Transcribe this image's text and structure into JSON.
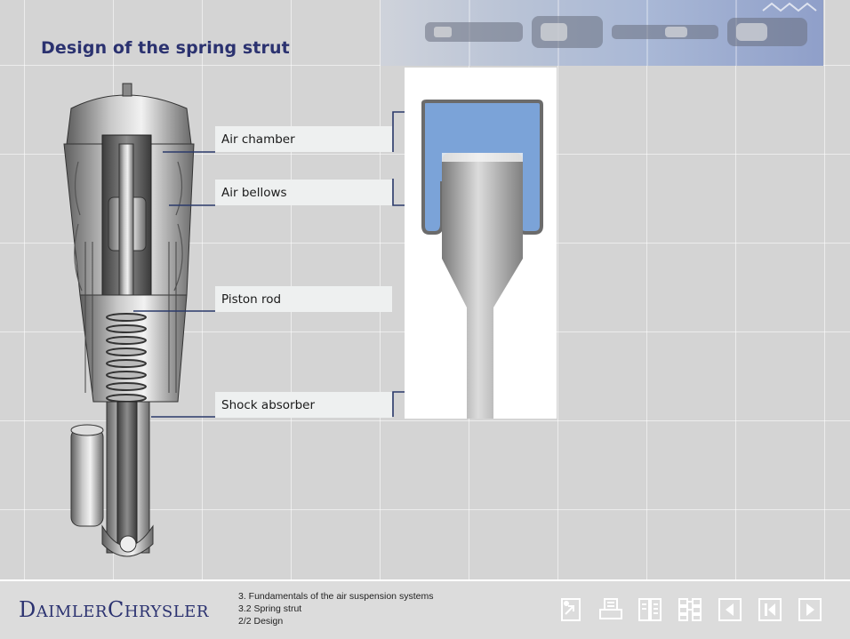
{
  "page": {
    "title": "Design of the spring strut"
  },
  "callouts": {
    "air_chamber": "Air chamber",
    "air_bellows": "Air bellows",
    "piston_rod": "Piston rod",
    "shock_absorber": "Shock absorber"
  },
  "footer": {
    "logo_big1": "D",
    "logo_small1": "AIMLER",
    "logo_big2": "C",
    "logo_small2": "HRYSLER",
    "breadcrumb": [
      "3. Fundamentals of the air suspension systems",
      "3.2 Spring strut",
      "2/2 Design"
    ]
  },
  "nav_buttons": [
    "exit-icon",
    "print-icon",
    "glossary-icon",
    "contents-icon",
    "previous-icon",
    "first-page-icon",
    "next-icon"
  ],
  "colors": {
    "title": "#2b3270",
    "air": "#7ba3d8",
    "connector": "#2b3a6b"
  }
}
